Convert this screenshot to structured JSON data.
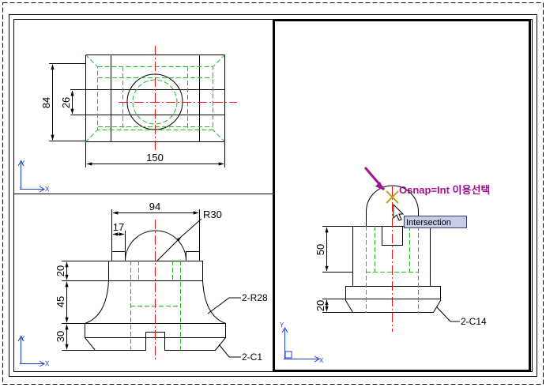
{
  "colors": {
    "object": "#000000",
    "hidden": "#22bb22",
    "center": "#dd1111",
    "annotation": "#a0138e",
    "tooltip_bg": "#c6cbe6"
  },
  "top_view": {
    "dim_height": "84",
    "dim_inner": "26",
    "dim_width": "150"
  },
  "front_view": {
    "dim_top": "94",
    "dim_offset": "17",
    "dim_radius": "R30",
    "dim_v1": "20",
    "dim_v2": "45",
    "dim_v3": "30",
    "leader_fillet": "2-R28",
    "leader_chamfer": "2-C1"
  },
  "side_view": {
    "dim_50": "50",
    "dim_20": "20",
    "leader_chamfer": "2-C14"
  },
  "ucs": {
    "x_label": "X",
    "y_label": "Y"
  },
  "annotation": {
    "osnap_text": "Osnap=Int 이용선택",
    "tooltip": "Intersection"
  }
}
